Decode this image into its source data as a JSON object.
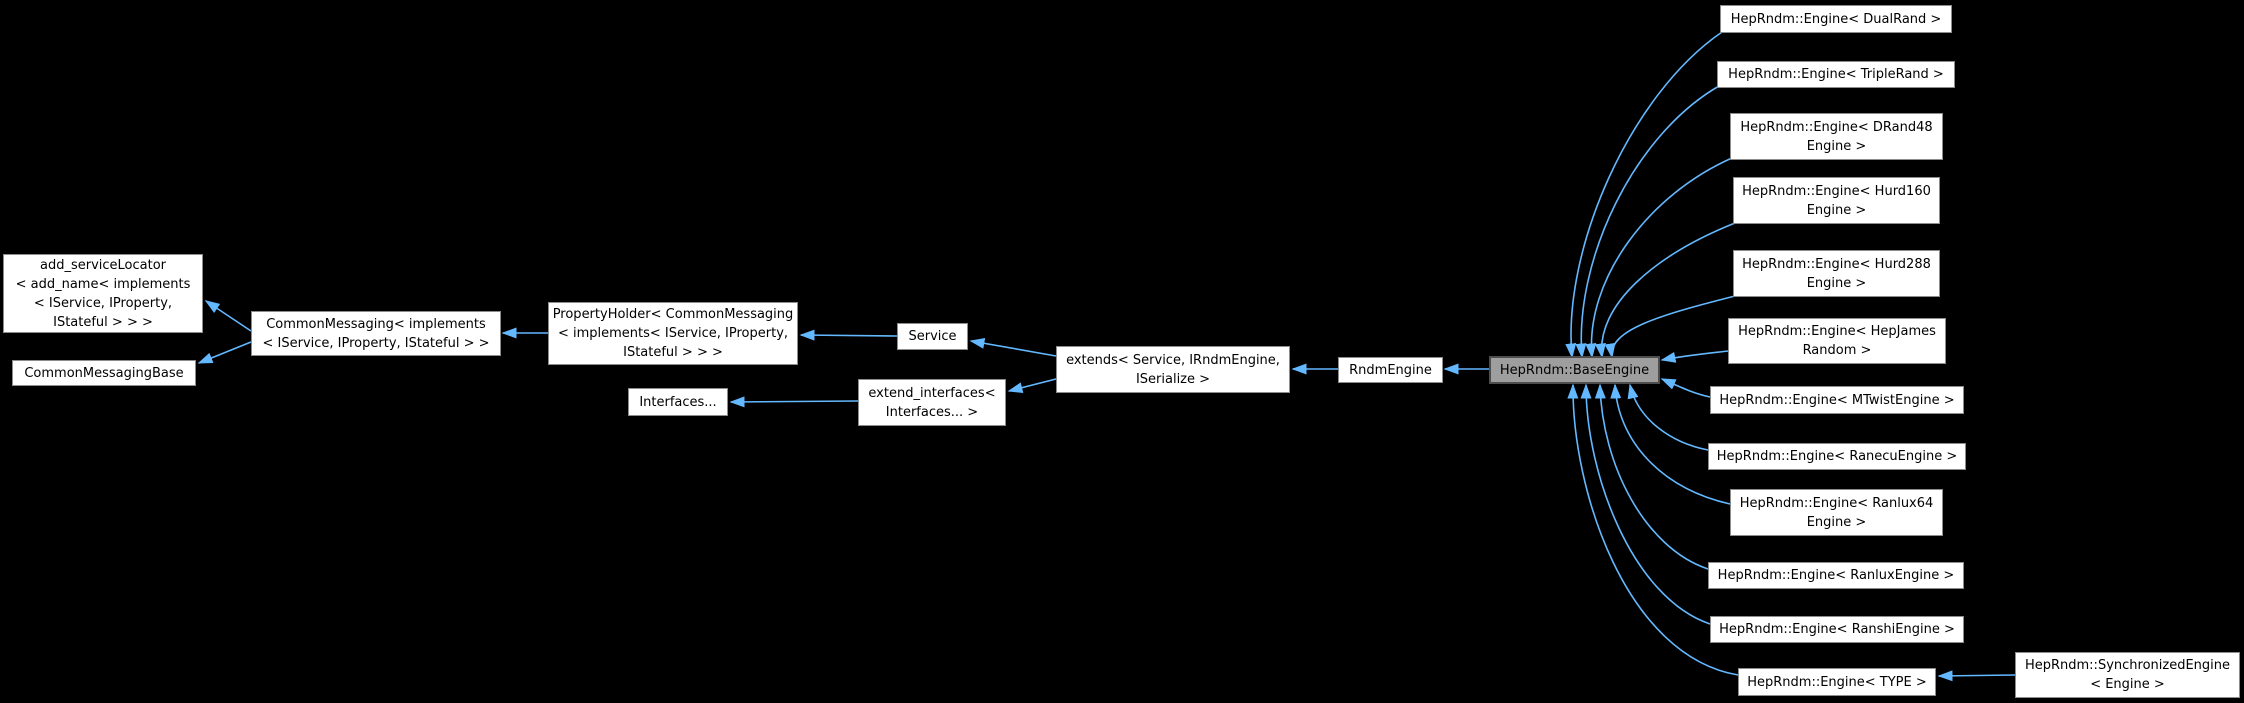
{
  "colors": {
    "background": "#000000",
    "arrow": "#63b8ff",
    "node_fill": "#ffffff",
    "node_border": "#8c8c8c",
    "node_text": "#000000",
    "highlight_fill": "#9e9e9e",
    "highlight_border": "#4d4d4d"
  },
  "nodes": {
    "add_service_locator": {
      "label": "add_serviceLocator\n< add_name< implements\n< IService, IProperty,\nIStateful > > >"
    },
    "common_messaging_base": {
      "label": "CommonMessagingBase"
    },
    "common_messaging": {
      "label": "CommonMessaging< implements\n< IService, IProperty, IStateful > >"
    },
    "property_holder": {
      "label": "PropertyHolder< CommonMessaging\n< implements< IService, IProperty,\nIStateful > > >"
    },
    "interfaces": {
      "label": "Interfaces..."
    },
    "service": {
      "label": "Service"
    },
    "extend_interfaces": {
      "label": "extend_interfaces<\nInterfaces... >"
    },
    "extends": {
      "label": "extends< Service, IRndmEngine,\nISerialize >"
    },
    "rndm_engine": {
      "label": "RndmEngine"
    },
    "base_engine": {
      "label": "HepRndm::BaseEngine"
    },
    "engine_dualrand": {
      "label": "HepRndm::Engine< DualRand >"
    },
    "engine_triplerand": {
      "label": "HepRndm::Engine< TripleRand >"
    },
    "engine_drand48": {
      "label": "HepRndm::Engine< DRand48\nEngine >"
    },
    "engine_hurd160": {
      "label": "HepRndm::Engine< Hurd160\nEngine >"
    },
    "engine_hurd288": {
      "label": "HepRndm::Engine< Hurd288\nEngine >"
    },
    "engine_hepjames": {
      "label": "HepRndm::Engine< HepJames\nRandom >"
    },
    "engine_mtwist": {
      "label": "HepRndm::Engine< MTwistEngine >"
    },
    "engine_ranecu": {
      "label": "HepRndm::Engine< RanecuEngine >"
    },
    "engine_ranlux64": {
      "label": "HepRndm::Engine< Ranlux64\nEngine >"
    },
    "engine_ranlux": {
      "label": "HepRndm::Engine< RanluxEngine >"
    },
    "engine_ranshi": {
      "label": "HepRndm::Engine< RanshiEngine >"
    },
    "engine_type": {
      "label": "HepRndm::Engine< TYPE >"
    },
    "synchronized_engine": {
      "label": "HepRndm::SynchronizedEngine\n< Engine >"
    }
  }
}
